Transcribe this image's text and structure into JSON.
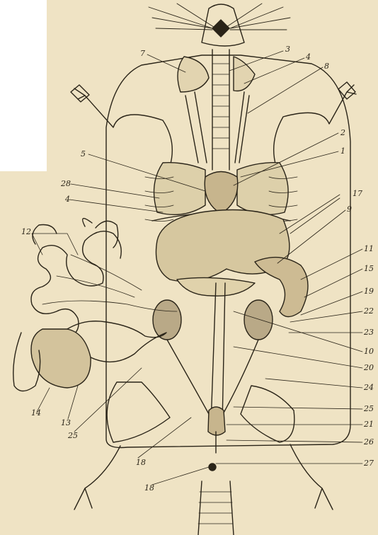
{
  "colors": {
    "paper": "#efe3c4",
    "ink": "#2a2418",
    "shade": "#b9a987"
  },
  "diagram": {
    "labels": [
      {
        "id": "l7",
        "text": "7"
      },
      {
        "id": "l3",
        "text": "3"
      },
      {
        "id": "l4t",
        "text": "4"
      },
      {
        "id": "l8",
        "text": "8"
      },
      {
        "id": "l2",
        "text": "2"
      },
      {
        "id": "l1",
        "text": "1"
      },
      {
        "id": "l5",
        "text": "5"
      },
      {
        "id": "l28",
        "text": "28"
      },
      {
        "id": "l17",
        "text": "17"
      },
      {
        "id": "l4",
        "text": "4"
      },
      {
        "id": "l9",
        "text": "9"
      },
      {
        "id": "l12",
        "text": "12"
      },
      {
        "id": "l11",
        "text": "11"
      },
      {
        "id": "l15",
        "text": "15"
      },
      {
        "id": "l19",
        "text": "19"
      },
      {
        "id": "l22",
        "text": "22"
      },
      {
        "id": "l23",
        "text": "23"
      },
      {
        "id": "l10",
        "text": "10"
      },
      {
        "id": "l20",
        "text": "20"
      },
      {
        "id": "l24",
        "text": "24"
      },
      {
        "id": "l25r",
        "text": "25"
      },
      {
        "id": "l21",
        "text": "21"
      },
      {
        "id": "l26",
        "text": "26"
      },
      {
        "id": "l27",
        "text": "27"
      },
      {
        "id": "l14",
        "text": "14"
      },
      {
        "id": "l13",
        "text": "13"
      },
      {
        "id": "l25b",
        "text": "25"
      },
      {
        "id": "l18a",
        "text": "18"
      },
      {
        "id": "l18b",
        "text": "18"
      }
    ]
  }
}
